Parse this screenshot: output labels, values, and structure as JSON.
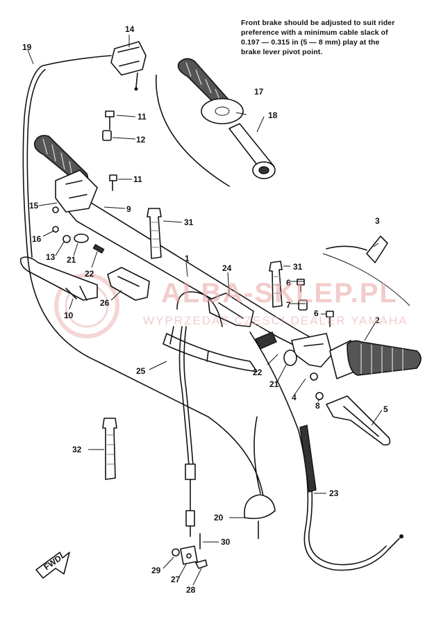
{
  "note": {
    "lines": [
      "Front brake should be adjusted to suit rider",
      "preference with a minimum cable slack of",
      "0.197 — 0.315 in (5 — 8 mm) play at the",
      "brake lever pivot point."
    ]
  },
  "watermark": {
    "main": "ALBA-SKLEP.PL",
    "sub": "WYPRZEDAŻ CZĘŚCI DEALER YAMAHA"
  },
  "fwd_label": "FWD",
  "callouts": [
    "1",
    "2",
    "3",
    "4",
    "5",
    "6",
    "7",
    "6",
    "8",
    "9",
    "10",
    "11",
    "12",
    "11",
    "13",
    "14",
    "15",
    "16",
    "17",
    "18",
    "19",
    "20",
    "21",
    "22",
    "21",
    "22",
    "23",
    "24",
    "25",
    "26",
    "27",
    "28",
    "29",
    "30",
    "31",
    "31",
    "32"
  ],
  "colors": {
    "ink": "#111111",
    "watermark": "#e9a3a3"
  }
}
